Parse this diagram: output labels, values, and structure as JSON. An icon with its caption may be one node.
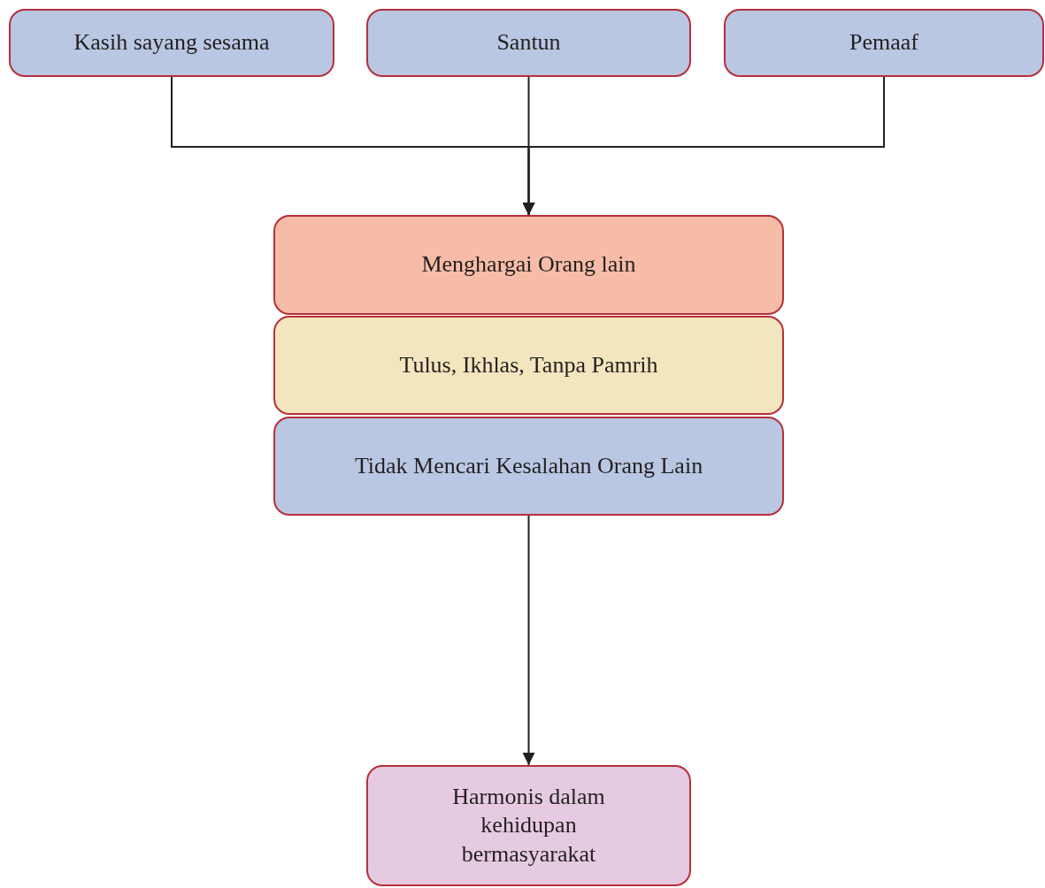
{
  "diagram": {
    "nodes": [
      {
        "text": [
          "Kasih sayang sesama"
        ]
      },
      {
        "text": [
          "Santun"
        ]
      },
      {
        "text": [
          "Pemaaf"
        ]
      },
      {
        "text": [
          "Menghargai Orang lain"
        ]
      },
      {
        "text": [
          "Tulus, Ikhlas, Tanpa Pamrih"
        ]
      },
      {
        "text": [
          "Tidak Mencari Kesalahan Orang Lain"
        ]
      },
      {
        "text": [
          "Harmonis dalam kehidupan bermasyarakat"
        ]
      }
    ],
    "edges": [
      {
        "from": 0,
        "to": 3,
        "arrow": "to"
      },
      {
        "from": 1,
        "to": 3,
        "arrow": "to"
      },
      {
        "from": 2,
        "to": 3,
        "arrow": "to"
      },
      {
        "from": 5,
        "to": 6,
        "arrow": "to"
      }
    ]
  }
}
